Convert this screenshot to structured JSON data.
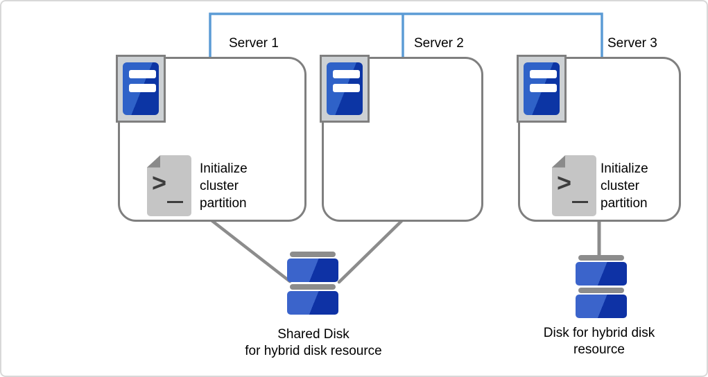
{
  "servers": [
    {
      "label": "Server 1",
      "script_label": "Initialize cluster partition"
    },
    {
      "label": "Server 2"
    },
    {
      "label": "Server 3",
      "script_label": "Initialize cluster partition"
    }
  ],
  "disks": [
    {
      "label": "Shared Disk\nfor hybrid disk resource"
    },
    {
      "label": "Disk for hybrid disk\nresource"
    }
  ],
  "icons": [
    "server-icon",
    "script-icon",
    "disk-icon"
  ],
  "colors": {
    "network_line": "#5b9bd5",
    "connector_line": "#8c8c8c",
    "box_border": "#7f7f7f",
    "server_blue_light": "#2f62c8",
    "server_blue_dark": "#0c35a4",
    "disk_blue_light": "#3b64cb",
    "disk_blue_dark": "#0e32a5",
    "icon_gray": "#c5c5c5"
  }
}
